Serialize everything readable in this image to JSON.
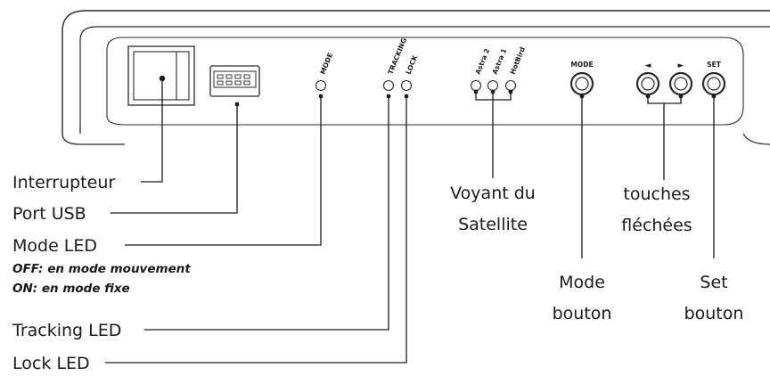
{
  "device": {
    "panel_labels": {
      "mode_led": "MODE",
      "tracking": "TRACKING",
      "lock": "LOCK",
      "astra2": "Astra 2",
      "astra1": "Astra 1",
      "hotbird": "HotBird",
      "mode_button": "MODE",
      "arrow_left": "◄",
      "arrow_right": "►",
      "set_button": "SET"
    }
  },
  "callouts": {
    "interrupteur": "Interrupteur",
    "port_usb": "Port USB",
    "mode_led": "Mode LED",
    "mode_led_note_off": "OFF: en mode mouvement",
    "mode_led_note_on": "ON: en mode fixe",
    "tracking_led": "Tracking LED",
    "lock_led": "Lock LED",
    "voyant_line1": "Voyant du",
    "voyant_line2": "Satellite",
    "touches_line1": "touches",
    "touches_line2": "fléchées",
    "mode_bouton_line1": "Mode",
    "mode_bouton_line2": "bouton",
    "set_bouton_line1": "Set",
    "set_bouton_line2": "bouton"
  }
}
